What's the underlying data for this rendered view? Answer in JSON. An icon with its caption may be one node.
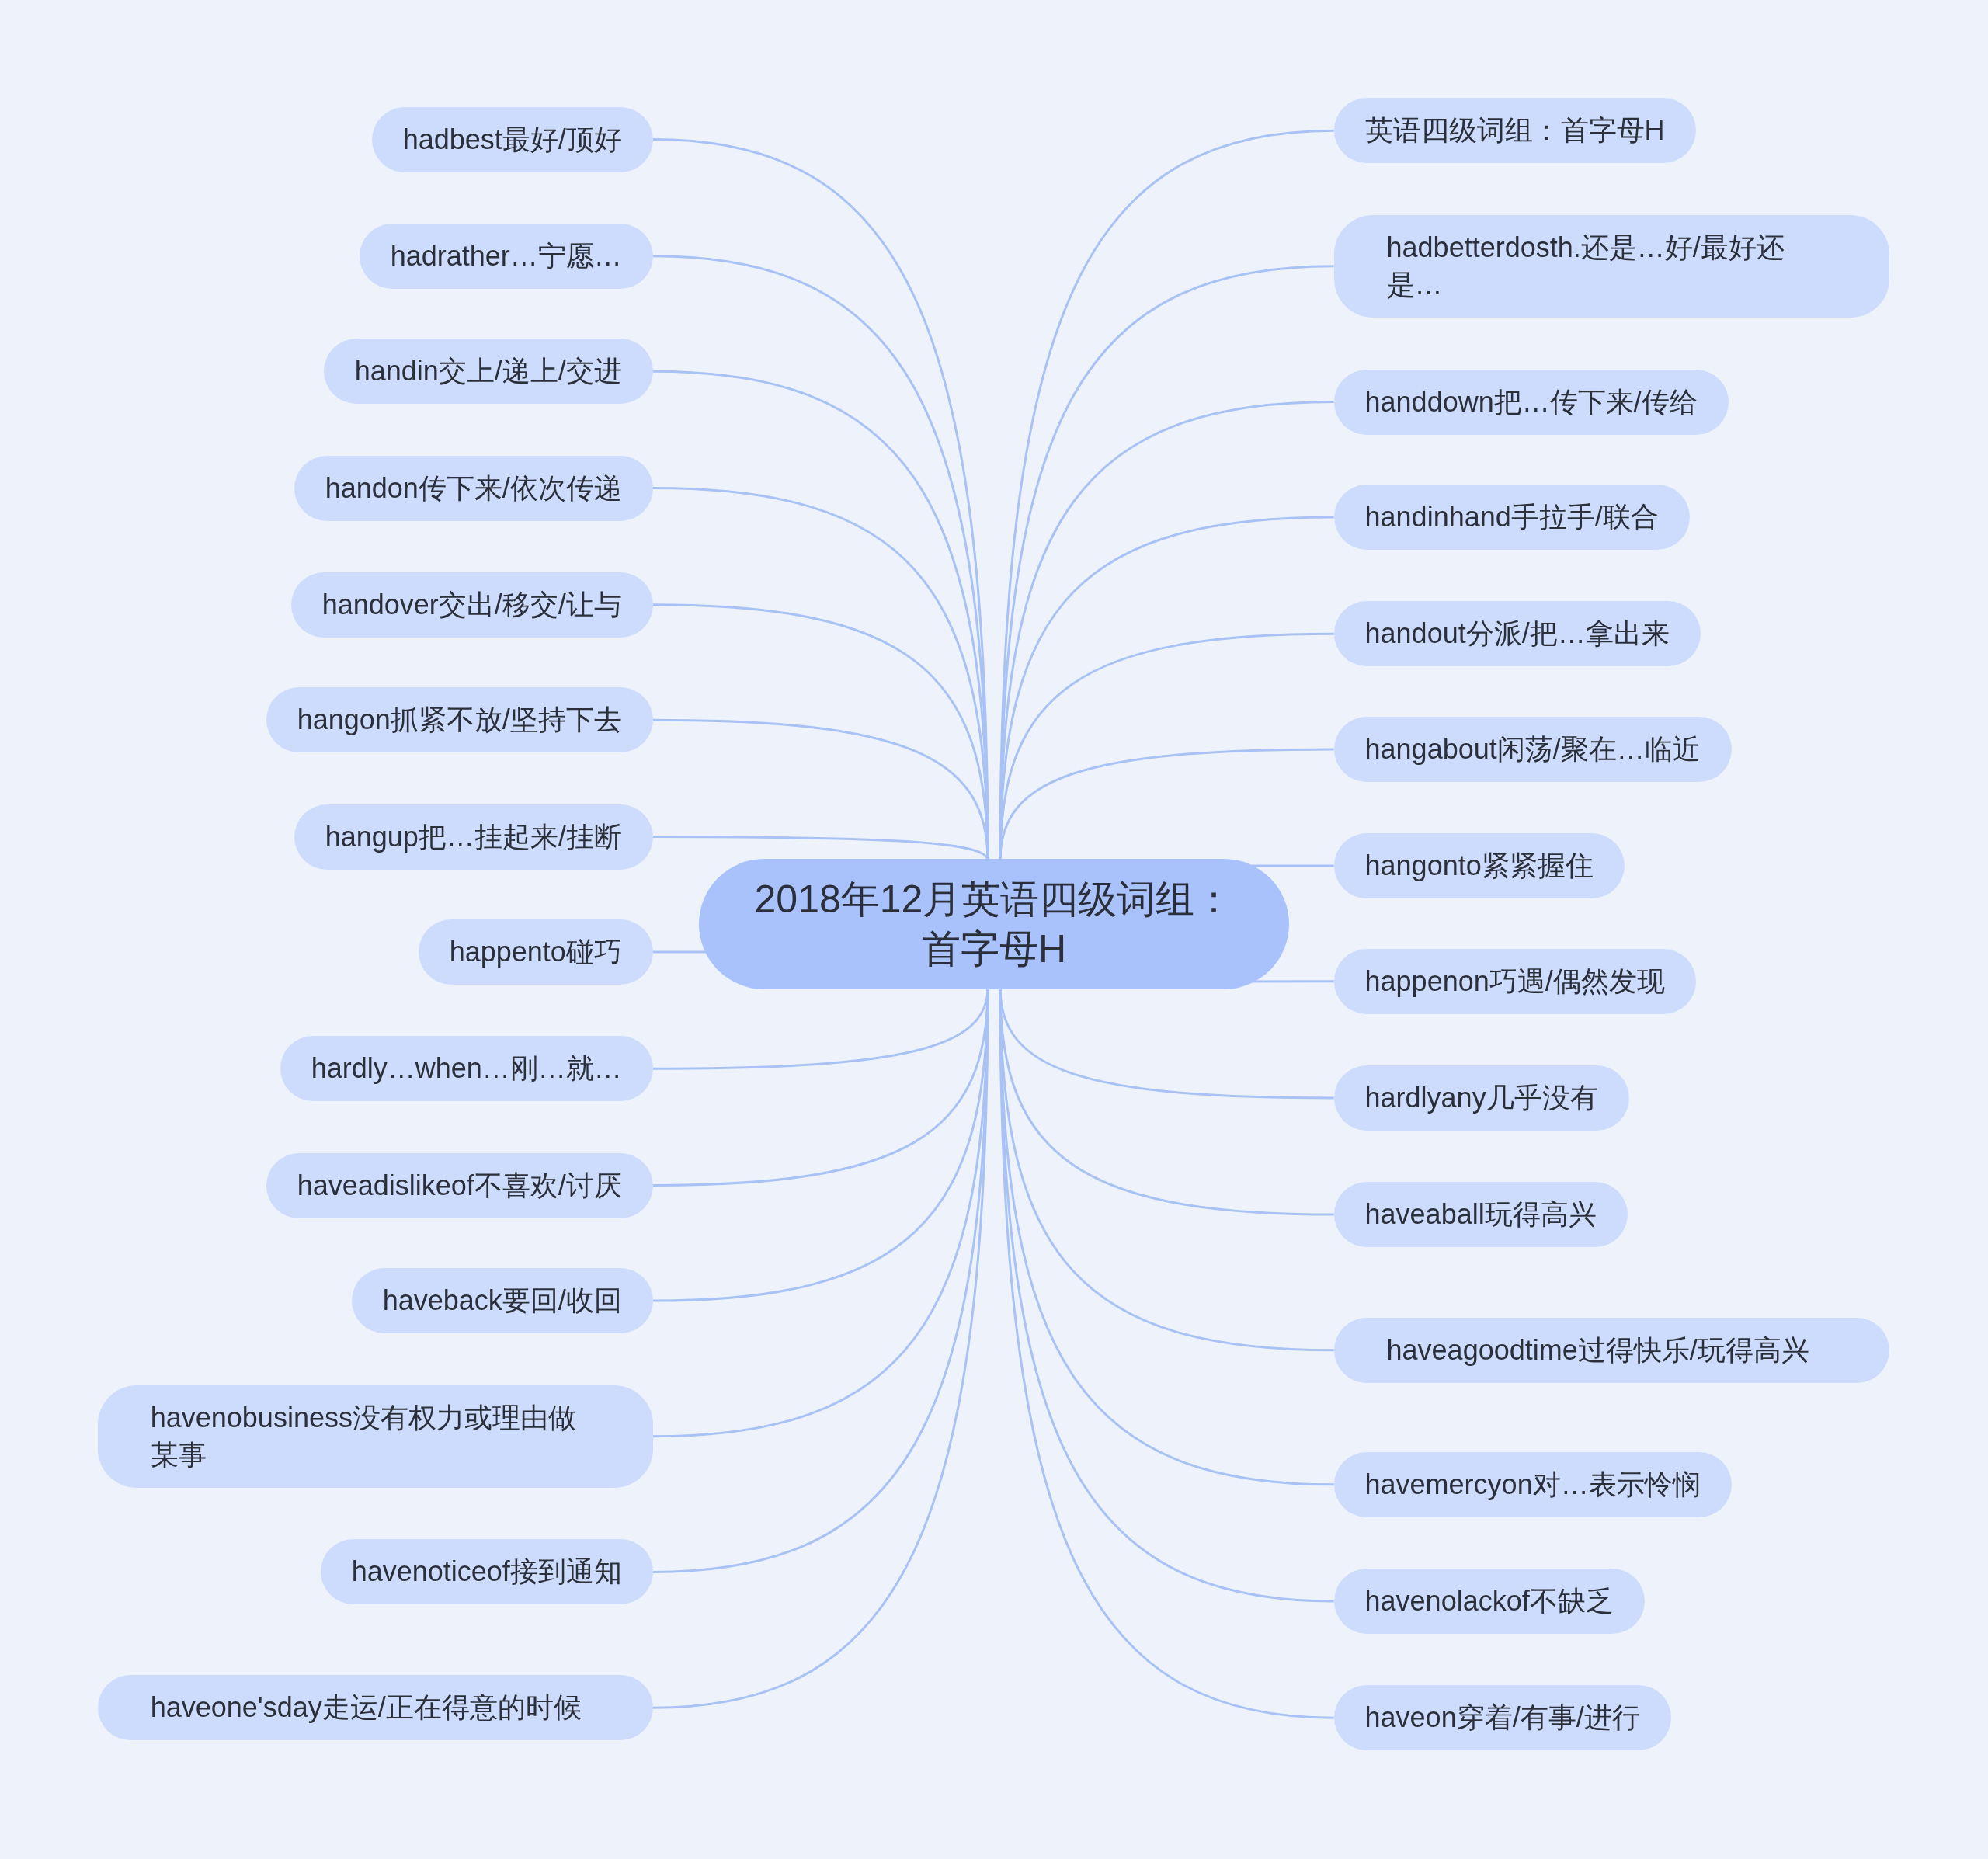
{
  "diagram": {
    "nodes": [
      {
        "text": [
          "2018年12月英语四级词组：首字母H"
        ]
      },
      {
        "text": [
          "英语四级词组：首字母H"
        ]
      },
      {
        "text": [
          "hadbetterdosth.还是…好/最好还是…"
        ]
      },
      {
        "text": [
          "handdown把…传下来/传给"
        ]
      },
      {
        "text": [
          "handinhand手拉手/联合"
        ]
      },
      {
        "text": [
          "handout分派/把…拿出来"
        ]
      },
      {
        "text": [
          "hangabout闲荡/聚在…临近"
        ]
      },
      {
        "text": [
          "hangonto紧紧握住"
        ]
      },
      {
        "text": [
          "happenon巧遇/偶然发现"
        ]
      },
      {
        "text": [
          "hardlyany几乎没有"
        ]
      },
      {
        "text": [
          "haveaball玩得高兴"
        ]
      },
      {
        "text": [
          "haveagoodtime过得快乐/玩得高兴"
        ]
      },
      {
        "text": [
          "havemercyon对…表示怜悯"
        ]
      },
      {
        "text": [
          "havenolackof不缺乏"
        ]
      },
      {
        "text": [
          "haveon穿着/有事/进行"
        ]
      },
      {
        "text": [
          "hadbest最好/顶好"
        ]
      },
      {
        "text": [
          "hadrather…宁愿…"
        ]
      },
      {
        "text": [
          "handin交上/递上/交进"
        ]
      },
      {
        "text": [
          "handon传下来/依次传递"
        ]
      },
      {
        "text": [
          "handover交出/移交/让与"
        ]
      },
      {
        "text": [
          "hangon抓紧不放/坚持下去"
        ]
      },
      {
        "text": [
          "hangup把…挂起来/挂断"
        ]
      },
      {
        "text": [
          "happento碰巧"
        ]
      },
      {
        "text": [
          "hardly…when…刚…就…"
        ]
      },
      {
        "text": [
          "haveadislikeof不喜欢/讨厌"
        ]
      },
      {
        "text": [
          "haveback要回/收回"
        ]
      },
      {
        "text": [
          "havenobusiness没有权力或理由做某事"
        ]
      },
      {
        "text": [
          "havenoticeof接到通知"
        ]
      },
      {
        "text": [
          "haveone'sday走运/正在得意的时候"
        ]
      }
    ],
    "edges": [
      {
        "from": 0,
        "to": 1,
        "arrow": "none"
      },
      {
        "from": 0,
        "to": 2,
        "arrow": "none"
      },
      {
        "from": 0,
        "to": 3,
        "arrow": "none"
      },
      {
        "from": 0,
        "to": 4,
        "arrow": "none"
      },
      {
        "from": 0,
        "to": 5,
        "arrow": "none"
      },
      {
        "from": 0,
        "to": 6,
        "arrow": "none"
      },
      {
        "from": 0,
        "to": 7,
        "arrow": "none"
      },
      {
        "from": 0,
        "to": 8,
        "arrow": "none"
      },
      {
        "from": 0,
        "to": 9,
        "arrow": "none"
      },
      {
        "from": 0,
        "to": 10,
        "arrow": "none"
      },
      {
        "from": 0,
        "to": 11,
        "arrow": "none"
      },
      {
        "from": 0,
        "to": 12,
        "arrow": "none"
      },
      {
        "from": 0,
        "to": 13,
        "arrow": "none"
      },
      {
        "from": 0,
        "to": 14,
        "arrow": "none"
      },
      {
        "from": 0,
        "to": 15,
        "arrow": "none"
      },
      {
        "from": 0,
        "to": 16,
        "arrow": "none"
      },
      {
        "from": 0,
        "to": 17,
        "arrow": "none"
      },
      {
        "from": 0,
        "to": 18,
        "arrow": "none"
      },
      {
        "from": 0,
        "to": 19,
        "arrow": "none"
      },
      {
        "from": 0,
        "to": 20,
        "arrow": "none"
      },
      {
        "from": 0,
        "to": 21,
        "arrow": "none"
      },
      {
        "from": 0,
        "to": 22,
        "arrow": "none"
      },
      {
        "from": 0,
        "to": 23,
        "arrow": "none"
      },
      {
        "from": 0,
        "to": 24,
        "arrow": "none"
      },
      {
        "from": 0,
        "to": 25,
        "arrow": "none"
      },
      {
        "from": 0,
        "to": 26,
        "arrow": "none"
      },
      {
        "from": 0,
        "to": 27,
        "arrow": "none"
      },
      {
        "from": 0,
        "to": 28,
        "arrow": "none"
      }
    ]
  }
}
